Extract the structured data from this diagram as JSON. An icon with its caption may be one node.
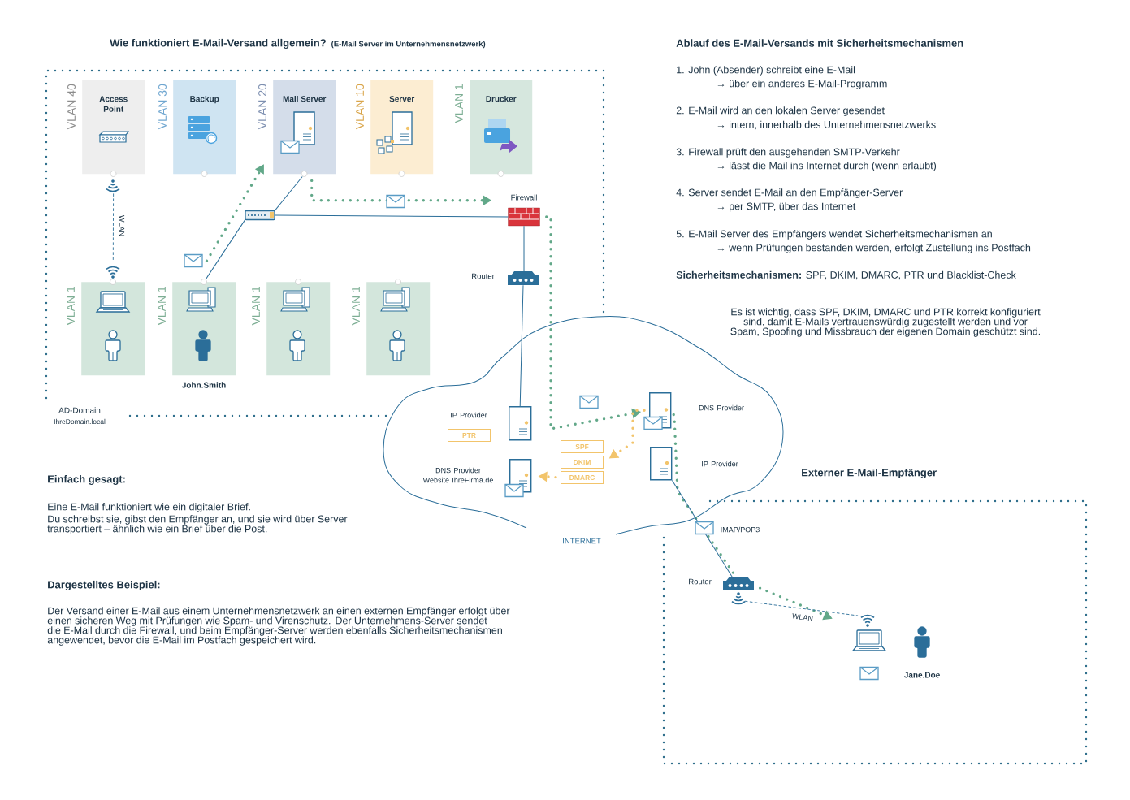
{
  "diagram": {
    "nodes": [
      {
        "text": [
          "Wie funktioniert E-Mail-Versand allgemein?",
          "(E-Mail Server im Unternehmensnetzwerk)"
        ],
        "beside": [
          "AD-Domain",
          "IhreDomain.local"
        ]
      },
      {
        "text": [
          "Access Point",
          "VLAN 40"
        ],
        "in": 0
      },
      {
        "text": [
          "Backup",
          "VLAN 30"
        ],
        "in": 0
      },
      {
        "text": [
          "Mail Server",
          "VLAN 20"
        ],
        "in": 0
      },
      {
        "text": [
          "Server",
          "VLAN 10"
        ],
        "in": 0
      },
      {
        "text": [
          "Drucker",
          "VLAN 1"
        ],
        "in": 0
      },
      {
        "text": [
          "VLAN 1"
        ],
        "in": 0
      },
      {
        "text": [
          "VLAN 1"
        ],
        "beside": [
          "John.Smith"
        ],
        "in": 0
      },
      {
        "text": [
          "VLAN 1"
        ],
        "in": 0
      },
      {
        "text": [
          "VLAN 1"
        ],
        "in": 0
      },
      {
        "text": [],
        "shape": "picture",
        "in": 0
      },
      {
        "text": [
          "Firewall"
        ],
        "in": 0
      },
      {
        "text": [
          "Router"
        ],
        "in": 0
      },
      {
        "text": [
          "INTERNET"
        ]
      },
      {
        "text": [
          "IP Provider"
        ],
        "in": 13
      },
      {
        "text": [
          "PTR"
        ],
        "in": 13
      },
      {
        "text": [
          "DNS Provider Website IhreFirma.de"
        ],
        "in": 13
      },
      {
        "text": [
          "SPF"
        ],
        "in": 13
      },
      {
        "text": [
          "DKIM"
        ],
        "in": 13
      },
      {
        "text": [
          "DMARC"
        ],
        "in": 13
      },
      {
        "text": [
          "DNS Provider"
        ],
        "in": 13
      },
      {
        "text": [
          "IP Provider"
        ],
        "in": 13
      },
      {
        "text": [
          "Externer E-Mail-Empfänger"
        ]
      },
      {
        "text": [
          "Router"
        ],
        "in": 22
      },
      {
        "text": [],
        "shape": "picture",
        "in": 22
      }
    ],
    "edges": [
      {
        "from": 1,
        "to": 6,
        "arrow": "none",
        "style": "dashed",
        "label": "WLAN"
      },
      {
        "from": 10,
        "to": 3,
        "arrow": "none"
      },
      {
        "from": 10,
        "to": 7,
        "arrow": "none"
      },
      {
        "from": 10,
        "to": 11,
        "arrow": "none"
      },
      {
        "from": 11,
        "to": 12,
        "arrow": "none"
      },
      {
        "from": 12,
        "to": 14,
        "arrow": "none"
      },
      {
        "from": 7,
        "to": 3,
        "arrow": "to",
        "style": "dashed",
        "color": "#62a889"
      },
      {
        "from": 3,
        "to": 11,
        "arrow": "to",
        "style": "dashed",
        "color": "#62a889"
      },
      {
        "from": 11,
        "to": 20,
        "arrow": "to",
        "style": "dashed",
        "color": "#62a889"
      },
      {
        "from": 20,
        "to": 23,
        "arrow": "none",
        "style": "dashed",
        "color": "#62a889",
        "label": "IMAP/POP3"
      },
      {
        "from": 21,
        "to": 23,
        "arrow": "none"
      },
      {
        "from": 23,
        "to": 24,
        "arrow": "to",
        "style": "dashed",
        "color": "#62a889"
      },
      {
        "from": 23,
        "to": 24,
        "arrow": "none",
        "style": "dashed",
        "label": "WLAN"
      },
      {
        "from": 20,
        "to": 18,
        "arrow": "to",
        "style": "dashed",
        "color": "#f2c46b"
      },
      {
        "from": 19,
        "to": 16,
        "arrow": "to",
        "style": "dashed",
        "color": "#f2c46b"
      }
    ],
    "labels": [
      "Ablauf des E-Mail-Versands mit Sicherheitsmechanismen",
      "1. John (Absender) schreibt eine E-Mail",
      "→ über ein anderes E-Mail-Programm",
      "2. E-Mail wird an den lokalen Server gesendet",
      "→ intern, innerhalb des Unternehmensnetzwerks",
      "3. Firewall prüft den ausgehenden SMTP-Verkehr",
      "→ lässt die Mail ins Internet durch (wenn erlaubt)",
      "4. Server sendet E-Mail an den Empfänger-Server",
      "→ per SMTP, über das Internet",
      "5. E-Mail Server des Empfängers wendet Sicherheitsmechanismen an",
      "→ wenn Prüfungen bestanden werden, erfolgt Zustellung ins Postfach",
      "**Sicherheitsmechanismen:** SPF, DKIM, DMARC, PTR und Blacklist-Check",
      "Es ist wichtig, dass SPF, DKIM, DMARC und PTR korrekt konfiguriert sind, damit E-Mails vertrauenswürdig zugestellt werden und vor Spam, Spoofing und Missbrauch der eigenen Domain geschützt sind.",
      "Einfach gesagt:",
      "Eine E-Mail funktioniert wie ein digitaler Brief.",
      "Du schreibst sie, gibst den Empfänger an, und sie wird über Server transportiert – ähnlich wie ein Brief über die Post.",
      "Dargestelltes Beispiel:",
      "Der Versand einer E-Mail aus einem Unternehmensnetzwerk an einen externen Empfänger erfolgt über einen sicheren Weg mit Prüfungen wie Spam- und Virenschutz. Der Unternehmens-Server sendet die E-Mail durch die Firewall, und beim Empfänger-Server werden ebenfalls Sicherheitsmechanismen angewendet, bevor die E-Mail im Postfach gespeichert wird.",
      "Jane.Doe"
    ]
  }
}
